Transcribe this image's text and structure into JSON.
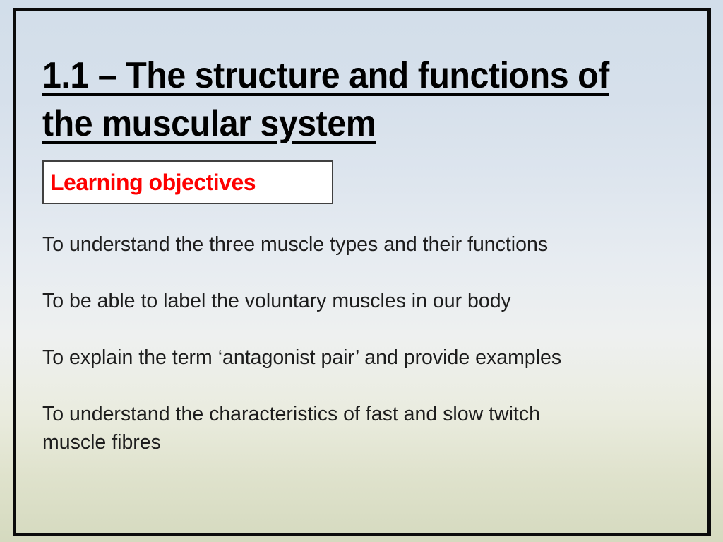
{
  "slide": {
    "title": {
      "line1": "1.1 – The structure and functions of",
      "line2": "the muscular system"
    },
    "objectives_box": {
      "label": "Learning objectives"
    },
    "objectives": {
      "items": [
        {
          "lines": [
            "To understand the three muscle types and their functions"
          ]
        },
        {
          "lines": [
            "To be able to label the voluntary muscles in our body"
          ]
        },
        {
          "lines": [
            "To explain the term ‘antagonist pair’ and provide examples"
          ]
        },
        {
          "lines": [
            "To understand the characteristics of fast and slow twitch",
            "muscle fibres"
          ]
        }
      ]
    },
    "colors": {
      "objectives_label_text": "#fe0000",
      "objectives_box_background": "#ffffff",
      "objectives_box_border": "#404040",
      "frame_border": "#0b0b0b",
      "background_top": "#d2deea",
      "background_middle": "#eef0f0",
      "background_bottom": "#d5dabf",
      "title_text": "#000000",
      "body_text": "#1d1d1d"
    }
  }
}
